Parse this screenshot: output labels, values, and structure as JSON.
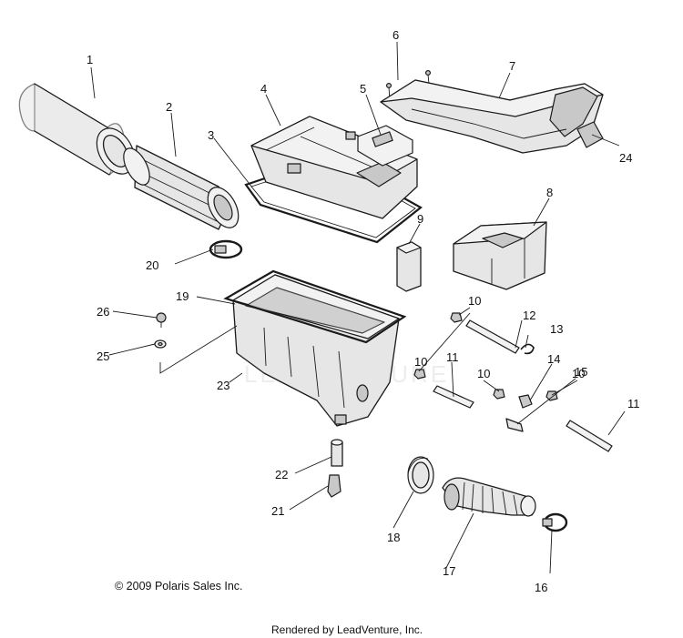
{
  "diagram": {
    "watermark": "LEADVENTURE",
    "copyright": "© 2009 Polaris Sales Inc.",
    "rendered_by": "Rendered by LeadVenture, Inc.",
    "callouts": [
      "1",
      "2",
      "3",
      "4",
      "5",
      "6",
      "7",
      "8",
      "9",
      "10",
      "10",
      "10",
      "10",
      "11",
      "11",
      "12",
      "13",
      "14",
      "15",
      "16",
      "17",
      "18",
      "19",
      "20",
      "21",
      "22",
      "23",
      "24",
      "25",
      "26"
    ]
  }
}
